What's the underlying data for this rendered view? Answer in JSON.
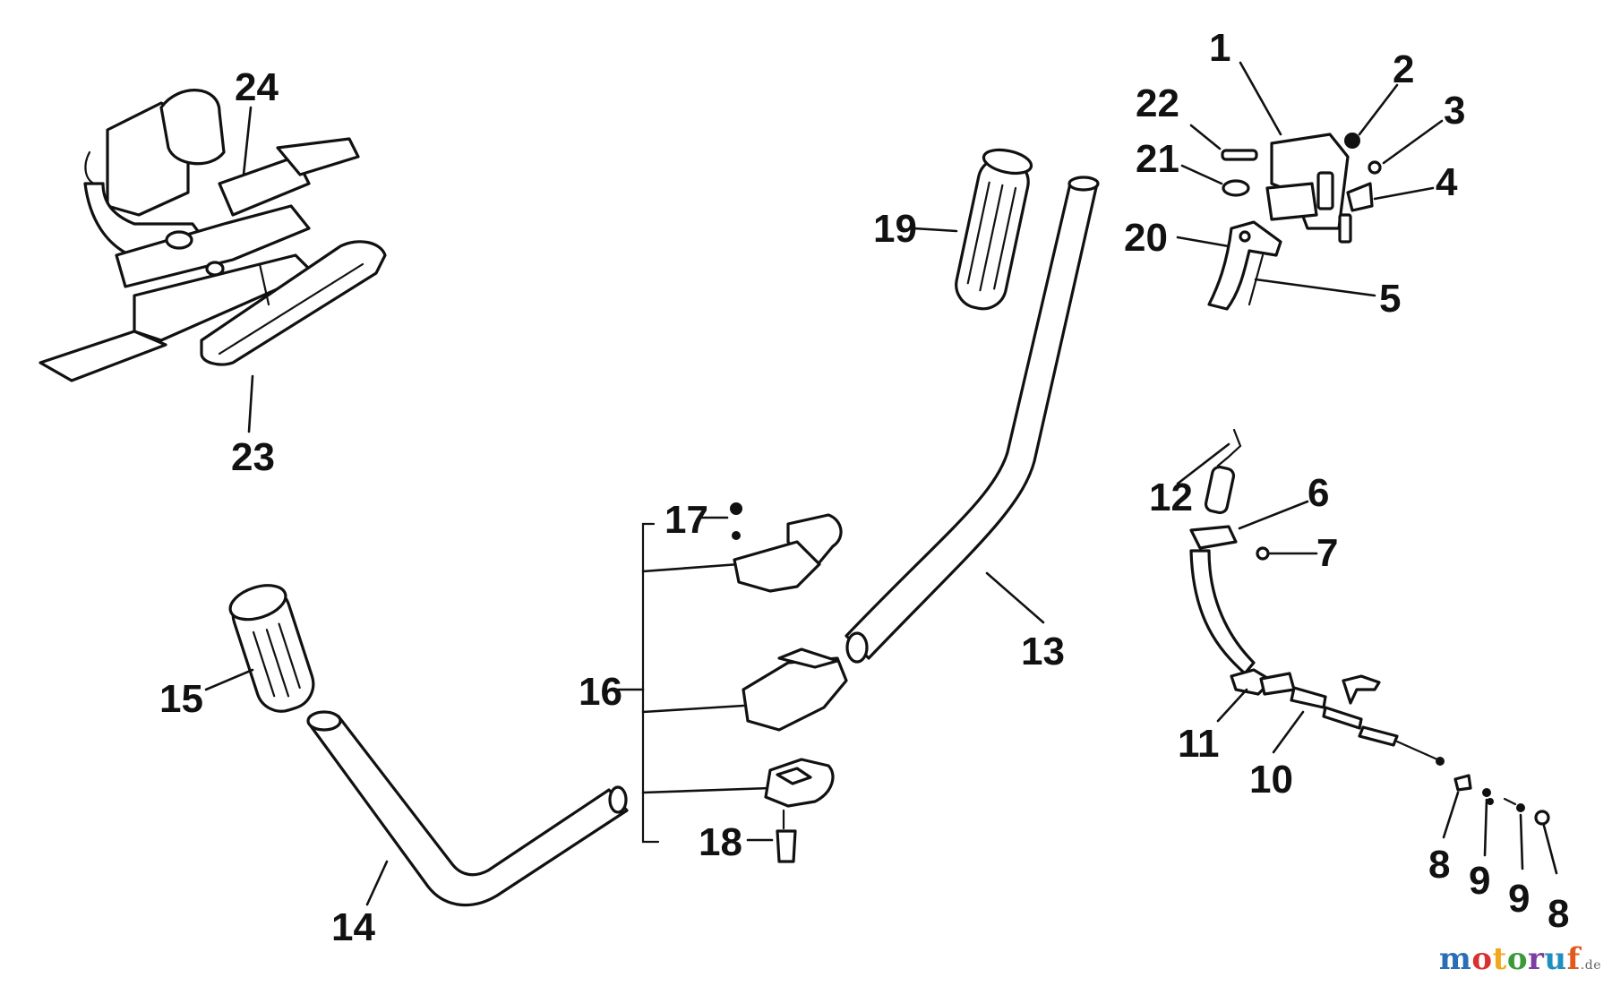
{
  "diagram": {
    "callouts": {
      "p1": "1",
      "p2": "2",
      "p3": "3",
      "p4": "4",
      "p5": "5",
      "p6": "6",
      "p7": "7",
      "p8a": "8",
      "p8b": "8",
      "p9a": "9",
      "p9b": "9",
      "p10": "10",
      "p11": "11",
      "p12": "12",
      "p13": "13",
      "p14": "14",
      "p15": "15",
      "p16": "16",
      "p17": "17",
      "p18": "18",
      "p19": "19",
      "p20": "20",
      "p21": "21",
      "p22": "22",
      "p23": "23",
      "p24": "24"
    }
  },
  "watermark": {
    "text": "motoruf",
    "tld": ".de",
    "colors": [
      "#2a6fb6",
      "#d8322f",
      "#f0a81c",
      "#3a9a3a",
      "#7a3fa0",
      "#1f8fbf",
      "#e05a1e"
    ]
  }
}
